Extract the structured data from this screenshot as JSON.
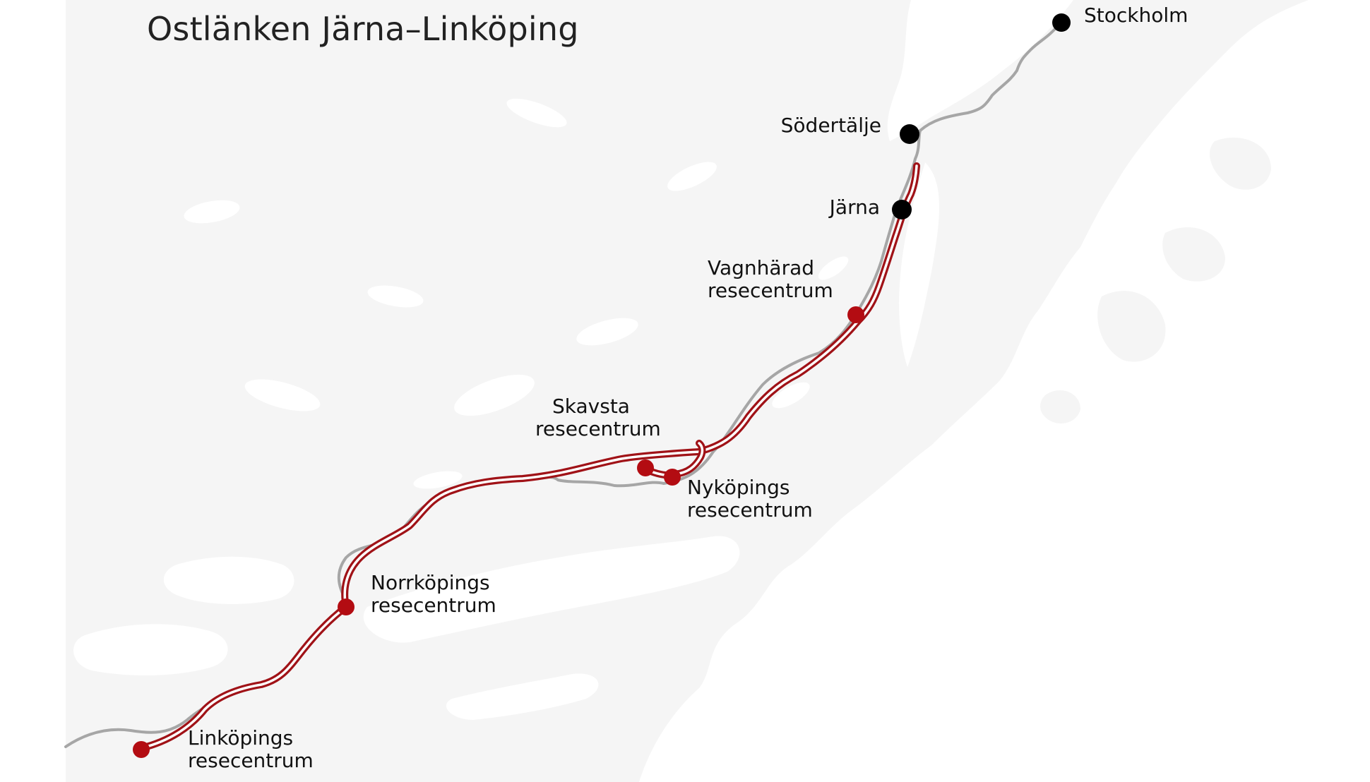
{
  "title": "Ostlänken Järna–Linköping",
  "colors": {
    "background": "#ffffff",
    "land": "#f5f5f5",
    "water": "#ffffff",
    "new_line": "#a01217",
    "existing_line": "#a6a6a6",
    "major_city": "#000000",
    "new_station": "#b30c12"
  },
  "places": {
    "stockholm": {
      "lines": [
        "Stockholm"
      ],
      "type": "major-city"
    },
    "sodertalje": {
      "lines": [
        "Södertälje"
      ],
      "type": "major-city"
    },
    "jarna": {
      "lines": [
        "Järna"
      ],
      "type": "major-city"
    },
    "vagnharad": {
      "lines": [
        "Vagnhärad",
        "resecentrum"
      ],
      "type": "new-station"
    },
    "skavsta": {
      "lines": [
        "Skavsta",
        "resecentrum"
      ],
      "type": "new-station"
    },
    "nykoping": {
      "lines": [
        "Nyköpings",
        "resecentrum"
      ],
      "type": "new-station"
    },
    "norrkoping": {
      "lines": [
        "Norrköpings",
        "resecentrum"
      ],
      "type": "new-station"
    },
    "linkoping": {
      "lines": [
        "Linköpings",
        "resecentrum"
      ],
      "type": "new-station"
    }
  }
}
